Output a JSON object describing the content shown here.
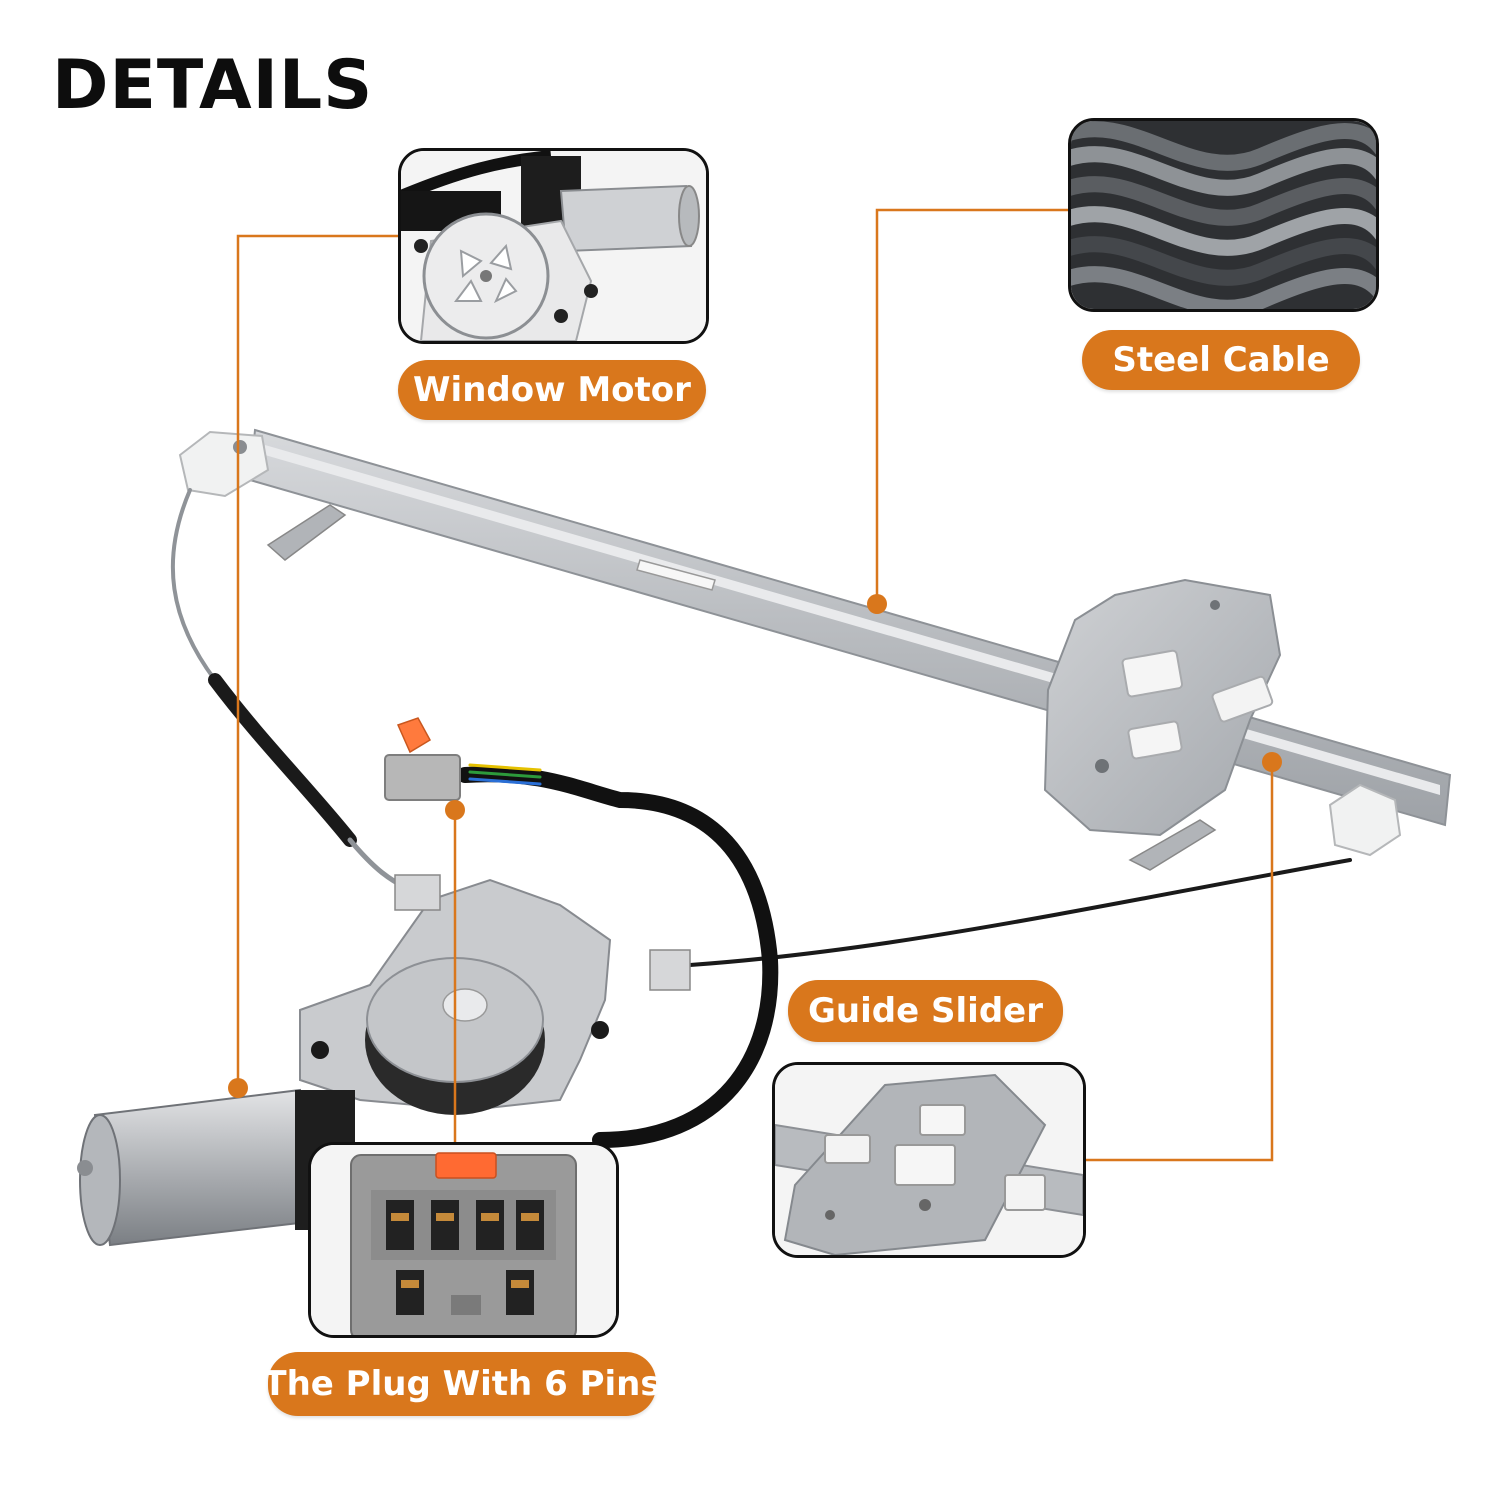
{
  "title": "DETAILS",
  "colors": {
    "accent": "#d9771c",
    "callout_line": "#d9771c",
    "metal": "#c4c6c9",
    "cable": "#1a1a1a",
    "plastic_white": "#f2f3f3",
    "connector_orange": "#ff7a3d"
  },
  "callouts": {
    "window_motor": "Window Motor",
    "steel_cable": "Steel Cable",
    "guide_slider": "Guide Slider",
    "plug": "The Plug With 6 Pins"
  }
}
